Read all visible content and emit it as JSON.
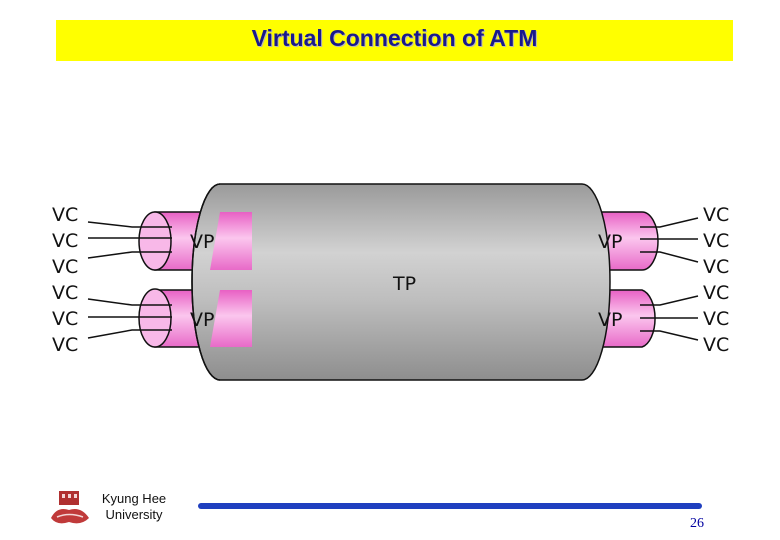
{
  "slide": {
    "title": "Virtual Connection of ATM",
    "page_number": "26"
  },
  "diagram": {
    "left_vc_labels": [
      "VC",
      "VC",
      "VC",
      "VC",
      "VC",
      "VC"
    ],
    "right_vc_labels": [
      "VC",
      "VC",
      "VC",
      "VC",
      "VC",
      "VC"
    ],
    "vp_top_left": "VP",
    "vp_bottom_left": "VP",
    "vp_top_right": "VP",
    "vp_bottom_right": "VP",
    "tp_label": "TP",
    "colors": {
      "tp_fill": "#b4b4b4",
      "vp_fill": "#f07ad2",
      "title_bg": "#ffff00"
    }
  },
  "footer": {
    "university_line1": "Kyung Hee",
    "university_line2": "University"
  }
}
